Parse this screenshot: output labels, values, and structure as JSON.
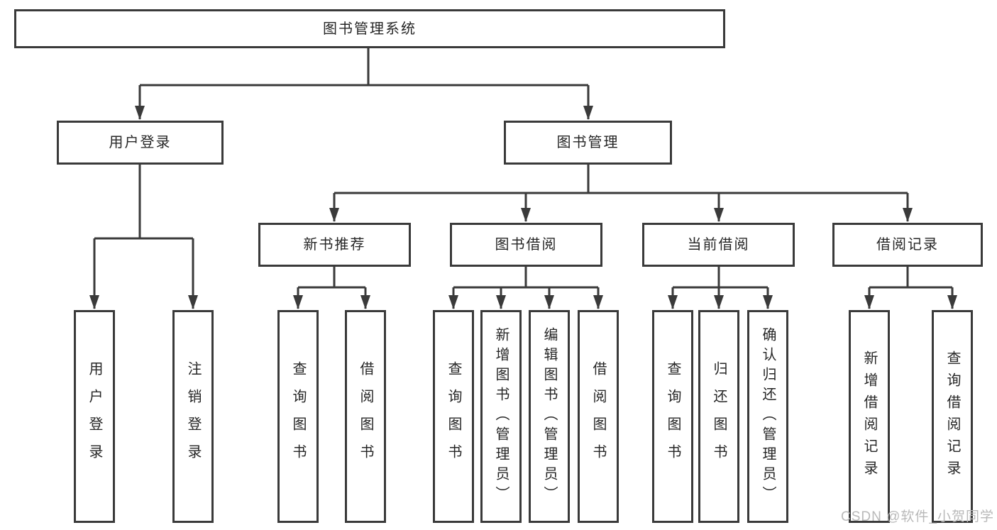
{
  "tree": {
    "label": "图书管理系统",
    "children": [
      {
        "label": "用户登录",
        "children": [
          {
            "label": "用户登录"
          },
          {
            "label": "注销登录"
          }
        ]
      },
      {
        "label": "图书管理",
        "children": [
          {
            "label": "新书推荐",
            "children": [
              {
                "label": "查询图书"
              },
              {
                "label": "借阅图书"
              }
            ]
          },
          {
            "label": "图书借阅",
            "children": [
              {
                "label": "查询图书"
              },
              {
                "label": "新增图书（管理员）"
              },
              {
                "label": "编辑图书（管理员）"
              },
              {
                "label": "借阅图书"
              }
            ]
          },
          {
            "label": "当前借阅",
            "children": [
              {
                "label": "查询图书"
              },
              {
                "label": "归还图书"
              },
              {
                "label": "确认归还（管理员）"
              }
            ]
          },
          {
            "label": "借阅记录",
            "children": [
              {
                "label": "新增借阅记录"
              },
              {
                "label": "查询借阅记录"
              }
            ]
          }
        ]
      }
    ]
  },
  "watermark": "CSDN @软件_小贺同学",
  "colors": {
    "line": "#3a3a3a",
    "text": "#262626",
    "watermark_text": "#b9b9b9",
    "background": "#ffffff"
  }
}
